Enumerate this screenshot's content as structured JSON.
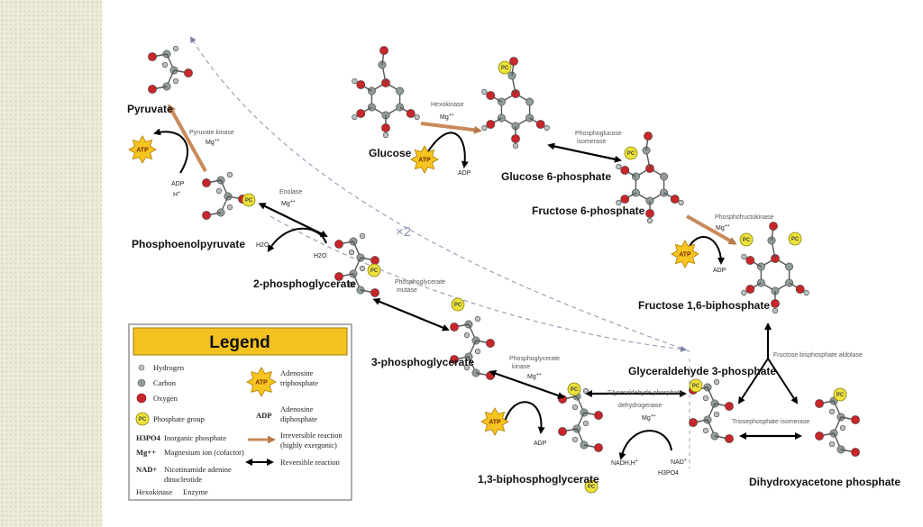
{
  "compounds": {
    "glucose": "Glucose",
    "g6p": "Glucose 6-phosphate",
    "f6p": "Fructose 6-phosphate",
    "f16bp": "Fructose 1,6-biphosphate",
    "g3p": "Glyceraldehyde 3-phosphate",
    "dhap": "Dihydroxyacetone phosphate",
    "bpg13": "1,3-biphosphoglycerate",
    "pg3": "3-phosphoglycerate",
    "pg2": "2-phosphoglycerate",
    "pep": "Phosphoenolpyruvate",
    "pyruvate": "Pyruvate"
  },
  "enzymes": {
    "hexokinase": "Hexokinase",
    "phosphoglucose_isomerase": [
      "Phosphoglucose",
      "isomerase"
    ],
    "phosphofructokinase": "Phosphofructokinase",
    "aldolase": "Fructose bisphosphate aldolase",
    "triose_isomerase": "Triosephosphate isomerase",
    "g3p_dehydrogenase": [
      "Glyceraldehyde phosphate",
      "dehydrogenase"
    ],
    "phosphoglycerate_kinase": [
      "Phosphoglycerate",
      "kinase"
    ],
    "phosphoglycerate_mutase": [
      "Phosphoglycerate",
      "mutase"
    ],
    "enolase": "Enolase",
    "pyruvate_kinase": "Pyruvate kinase"
  },
  "cofactors": {
    "mg": "Mg",
    "mg_sup": "++",
    "atp": "ATP",
    "adp": "ADP",
    "pc": "PC",
    "h": "H",
    "h_sup": "+",
    "h2o": "H2O",
    "nadh": "NADH,H",
    "nadh_sup": "+",
    "nad": "NAD",
    "nad_sup": "+",
    "pi": "H3PO4"
  },
  "multiplier": "×2",
  "legend": {
    "title": "Legend",
    "hydrogen": "Hydrogen",
    "carbon": "Carbon",
    "oxygen": "Oxygen",
    "phosphate": "Phosphate group",
    "inorganic_symbol": "H3PO4",
    "inorganic": "Inorganic phosphate",
    "mg_symbol": "Mg++",
    "mg": "Magnesium ion (cofactor)",
    "nad_symbol": "NAD+",
    "nad": [
      "Nicotinamide adenine",
      "dinucleotide"
    ],
    "enzyme_word": "Hexokinase",
    "enzyme": "Enzyme",
    "atp_label": [
      "Adenosine",
      "triphosphate"
    ],
    "adp_symbol": "ADP",
    "adp_label": [
      "Adenosine",
      "diphosphate"
    ],
    "irreversible": [
      "Irreversible reaction",
      "(highly exergonic)"
    ],
    "reversible": "Reversible reaction"
  },
  "colors": {
    "oxygen": "#c8262a",
    "carbon": "#8f9c9a",
    "hydrogen": "#b9c2c1",
    "phosphate": "#ece23a",
    "atp": "#f7c520",
    "legend_header": "#f4c220",
    "irreversible_arrow": "#c98a5a",
    "dashed_arrow": "#9aa0b8"
  }
}
